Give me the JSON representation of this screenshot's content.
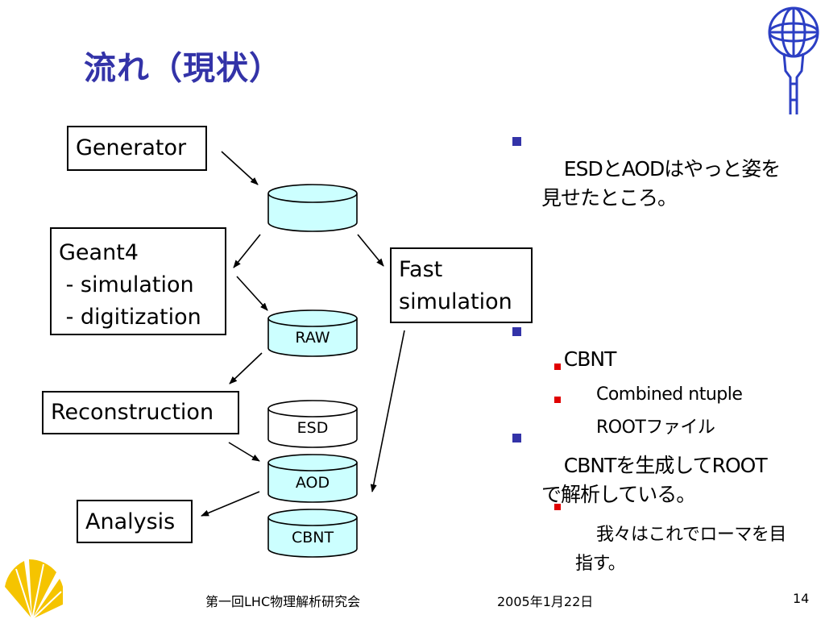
{
  "slide": {
    "title": "流れ（現状）",
    "page_number": "14"
  },
  "flow": {
    "generator": "Generator",
    "geant4": "Geant4\n - simulation\n - digitization",
    "fast_simulation": "Fast\nsimulation",
    "reconstruction": "Reconstruction",
    "analysis": "Analysis"
  },
  "cylinders": {
    "raw": "RAW",
    "esd": "ESD",
    "aod": "AOD",
    "cbnt": "CBNT"
  },
  "bullets": {
    "b1": "ESDとAODはやっと姿を\n見せたところ。",
    "b2": "CBNT",
    "b2_sub1": "Combined ntuple",
    "b2_sub2": "ROOTファイル",
    "b3": "CBNTを生成してROOT\nで解析している。",
    "b3_sub1": "我々はこれでローマを目\n指す。"
  },
  "footer": {
    "event": "第一回LHC物理解析研究会",
    "date": "2005年1月22日"
  },
  "colors": {
    "title": "#3333a8",
    "bullet_level1": "#3333a8",
    "bullet_level2": "#e00000",
    "cylinder_fill": "#ccffff",
    "logo_blue": "#2c3fc4",
    "logo_yellow": "#f5c400"
  },
  "icons": {
    "top_right": "atlas-logo-icon",
    "bottom_left": "ginkgo-logo-icon"
  }
}
